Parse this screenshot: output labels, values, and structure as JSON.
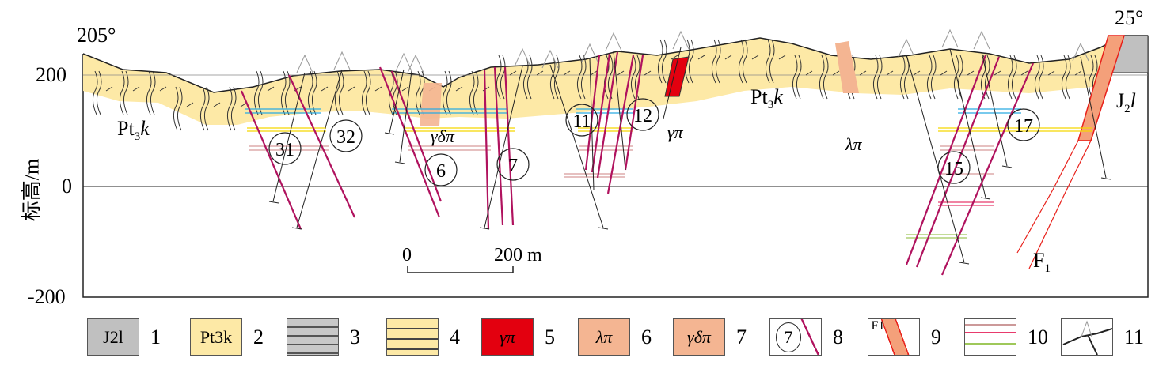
{
  "orientation": {
    "left": "205°",
    "right": "25°"
  },
  "y_axis": {
    "label": "标高/m",
    "ticks": [
      "200",
      "0",
      "-200"
    ]
  },
  "units": [
    {
      "code": "Pt3k",
      "main": "Pt",
      "sub": "3",
      "ital": "k"
    },
    {
      "code": "J2l",
      "main": "J",
      "sub": "2",
      "ital": "l"
    }
  ],
  "rock_labels": {
    "gdp": "γδπ",
    "gp": "γπ",
    "lp": "λπ"
  },
  "vein_numbers": [
    "31",
    "32",
    "6",
    "7",
    "11",
    "12",
    "15",
    "17"
  ],
  "fault_label": {
    "main": "F",
    "sub": "1"
  },
  "scale_bar": {
    "start": "0",
    "end": "200 m"
  },
  "legend": [
    {
      "num": "1",
      "text": "J2l"
    },
    {
      "num": "2",
      "text": "Pt3k"
    },
    {
      "num": "3",
      "text": ""
    },
    {
      "num": "4",
      "text": ""
    },
    {
      "num": "5",
      "text": "γπ"
    },
    {
      "num": "6",
      "text": "λπ"
    },
    {
      "num": "7",
      "text": "γδπ"
    },
    {
      "num": "8",
      "text": "7"
    },
    {
      "num": "9",
      "text": "F1"
    },
    {
      "num": "10",
      "text": ""
    },
    {
      "num": "11",
      "text": ""
    }
  ],
  "colors": {
    "band": "#fde9a6",
    "vein": "#b0125e",
    "fault": "#e8201a",
    "dike_gp": "#e3000f",
    "dike_salmon": "#f4b592",
    "j2l": "#c0c0c0"
  }
}
